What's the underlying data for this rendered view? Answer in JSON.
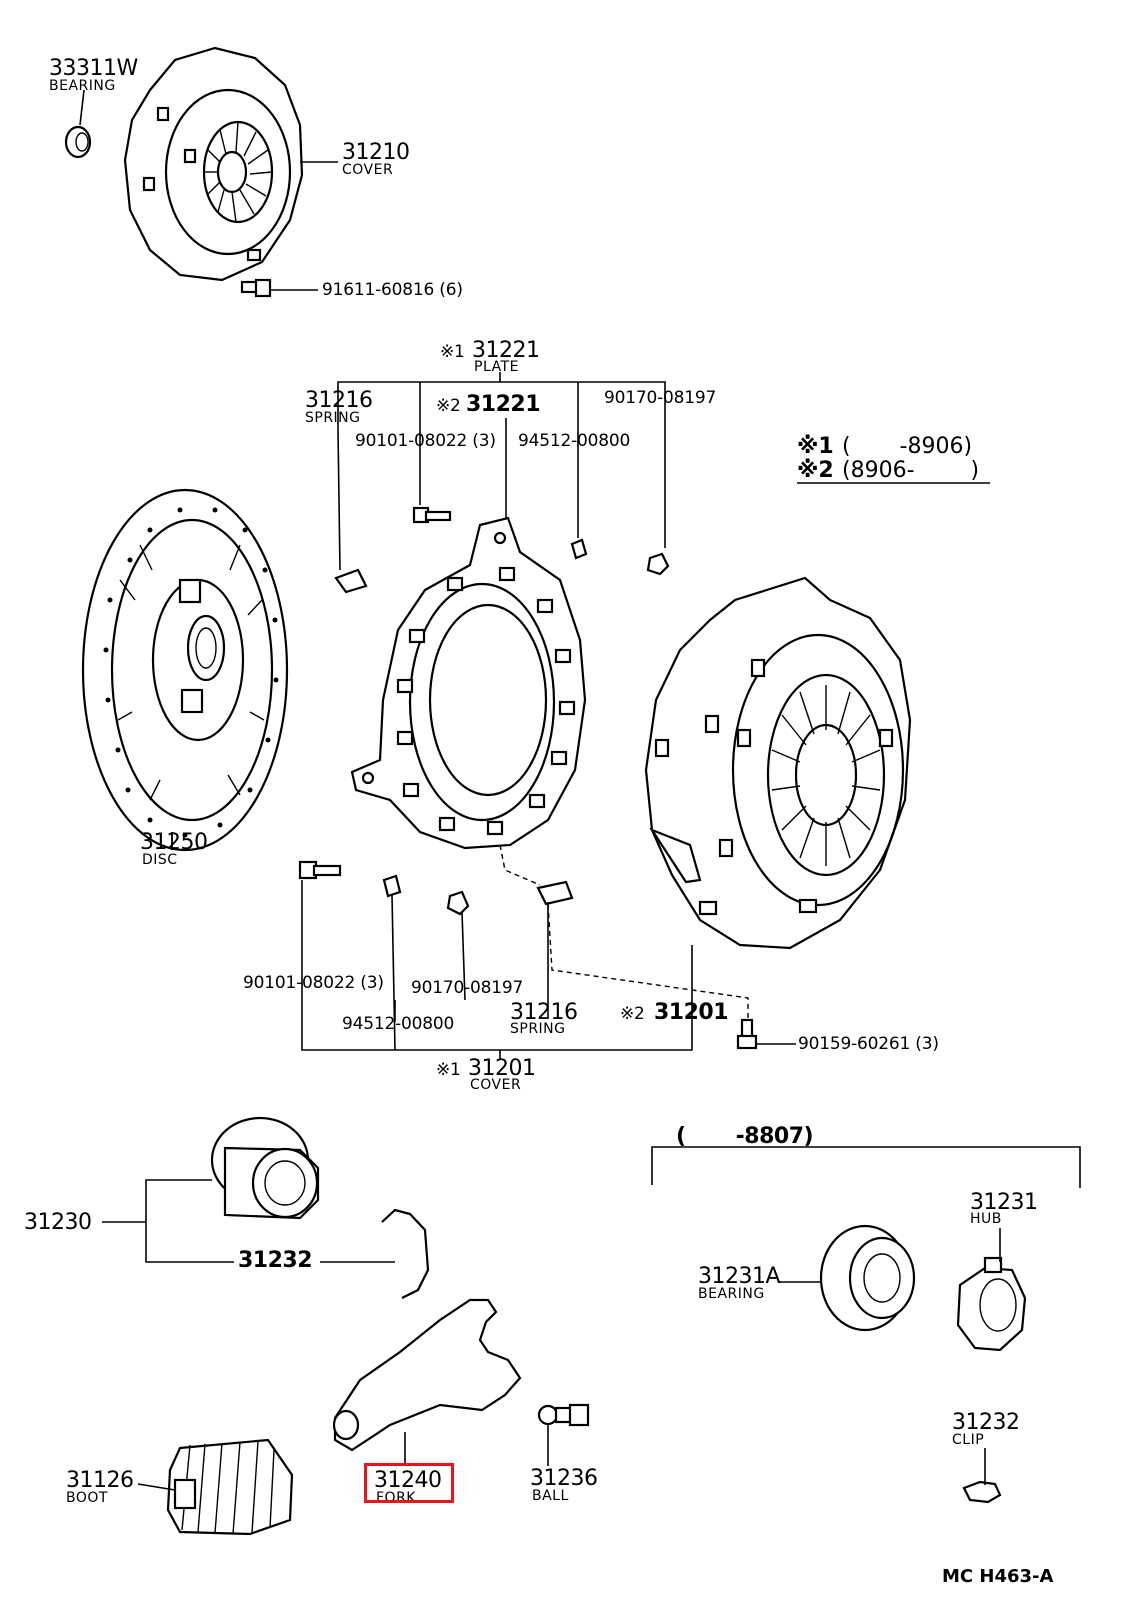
{
  "parts": {
    "bearing_33311w": {
      "number": "33311W",
      "name": "BEARING"
    },
    "cover_31210": {
      "number": "31210",
      "name": "COVER"
    },
    "bolt_91611": {
      "number": "91611-60816 (6)"
    },
    "plate_31221_1": {
      "mark": "※1",
      "number": "31221",
      "name": "PLATE"
    },
    "plate_31221_2": {
      "mark": "※2",
      "number": "31221"
    },
    "spring_31216_top": {
      "number": "31216",
      "name": "SPRING"
    },
    "bolt_90101_top": {
      "number": "90101-08022 (3)"
    },
    "part_94512_top": {
      "number": "94512-00800"
    },
    "part_90170_top": {
      "number": "90170-08197"
    },
    "disc_31250": {
      "number": "31250",
      "name": "DISC"
    },
    "bolt_90101_bottom": {
      "number": "90101-08022 (3)"
    },
    "part_94512_bottom": {
      "number": "94512-00800"
    },
    "part_90170_bottom": {
      "number": "90170-08197"
    },
    "spring_31216_bottom": {
      "number": "31216",
      "name": "SPRING"
    },
    "cover_31201_2": {
      "mark": "※2",
      "number": "31201"
    },
    "cover_31201_1": {
      "mark": "※1",
      "number": "31201",
      "name": "COVER"
    },
    "bolt_90159": {
      "number": "90159-60261 (3)"
    },
    "bearing_31230": {
      "number": "31230"
    },
    "clip_31232_left": {
      "number": "31232"
    },
    "bearing_31231a": {
      "number": "31231A",
      "name": "BEARING"
    },
    "hub_31231": {
      "number": "31231",
      "name": "HUB"
    },
    "clip_31232_right": {
      "number": "31232",
      "name": "CLIP"
    },
    "boot_31126": {
      "number": "31126",
      "name": "BOOT"
    },
    "fork_31240": {
      "number": "31240",
      "name": "FORK"
    },
    "ball_31236": {
      "number": "31236",
      "name": "BALL"
    }
  },
  "legend": {
    "row1": {
      "mark": "※1",
      "range": "(       -8906)"
    },
    "row2": {
      "mark": "※2",
      "range": "(8906-        )"
    }
  },
  "group_range": "(       -8807)",
  "figure_code": "MC H463-A",
  "highlight_color": "#e8141c"
}
